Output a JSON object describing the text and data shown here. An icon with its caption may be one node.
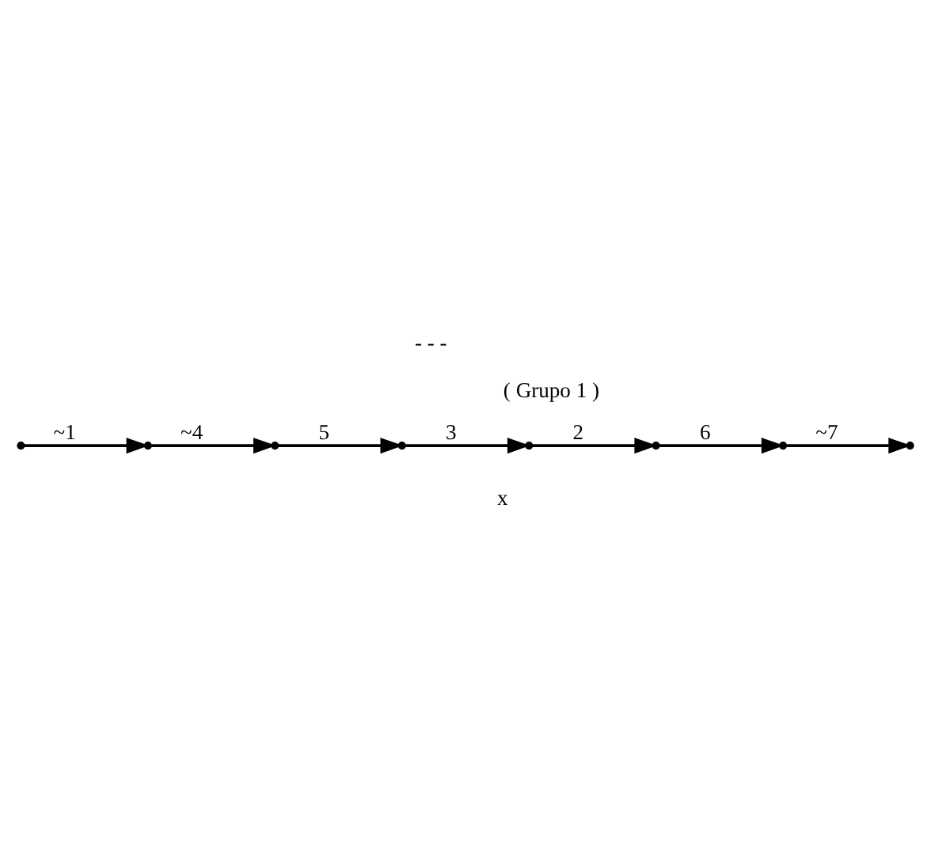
{
  "diagram": {
    "nodes": [
      {
        "text": [],
        "shape": "point"
      },
      {
        "text": [],
        "shape": "point"
      },
      {
        "text": [],
        "shape": "point"
      },
      {
        "text": [],
        "shape": "point"
      },
      {
        "text": [],
        "shape": "point"
      },
      {
        "text": [],
        "shape": "point"
      },
      {
        "text": [],
        "shape": "point"
      },
      {
        "text": [],
        "shape": "point"
      }
    ],
    "edges": [
      {
        "from": 0,
        "to": 1,
        "arrow": "to",
        "label": "~1"
      },
      {
        "from": 1,
        "to": 2,
        "arrow": "to",
        "label": "~4"
      },
      {
        "from": 2,
        "to": 3,
        "arrow": "to",
        "label": "5"
      },
      {
        "from": 3,
        "to": 4,
        "arrow": "to",
        "label": "3"
      },
      {
        "from": 4,
        "to": 5,
        "arrow": "to",
        "label": "2"
      },
      {
        "from": 5,
        "to": 6,
        "arrow": "to",
        "label": "6"
      },
      {
        "from": 6,
        "to": 7,
        "arrow": "to",
        "label": "~7"
      }
    ],
    "labels": [
      "( Grupo 1 )",
      "- - -",
      "x"
    ]
  }
}
